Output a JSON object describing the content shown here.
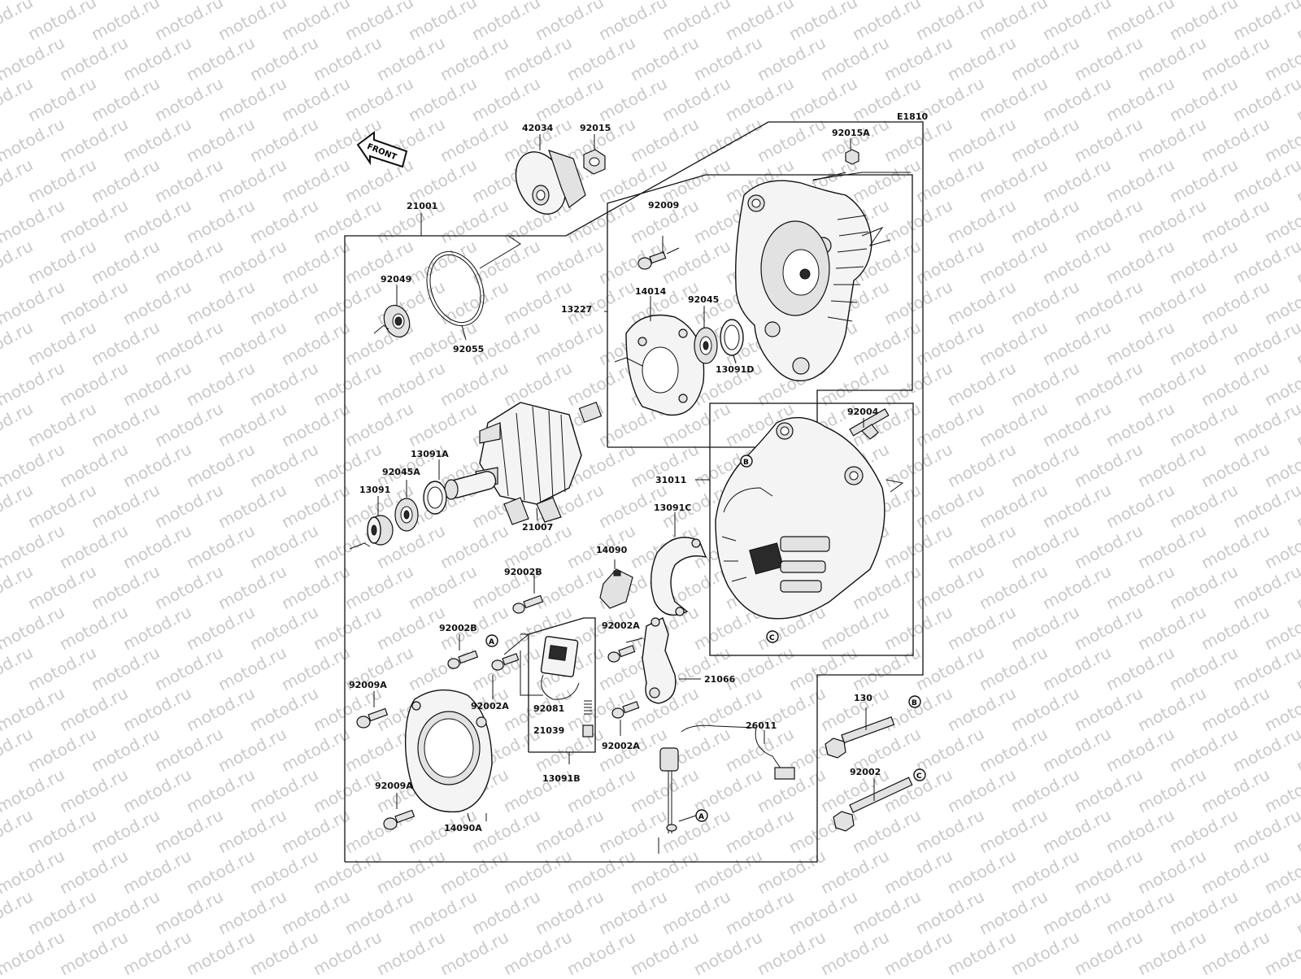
{
  "diagram_code": "E1810",
  "front_label": "FRONT",
  "watermark": "motod.ru",
  "part_numbers": {
    "p42034": "42034",
    "p92015": "92015",
    "p92015A": "92015A",
    "p21001": "21001",
    "p92049": "92049",
    "p92055": "92055",
    "p92009": "92009",
    "p14014": "14014",
    "p92045": "92045",
    "p13227": "13227",
    "p13091D": "13091D",
    "p13091A": "13091A",
    "p92045A": "92045A",
    "p13091": "13091",
    "p21007": "21007",
    "p92004": "92004",
    "p31011": "31011",
    "p13091C": "13091C",
    "p14090": "14090",
    "p92002B_1": "92002B",
    "p92002B_2": "92002B",
    "p92002A_1": "92002A",
    "p92002A_2": "92002A",
    "p92002A_3": "92002A",
    "p21066": "21066",
    "p92009A_1": "92009A",
    "p92009A_2": "92009A",
    "p92081": "92081",
    "p21039": "21039",
    "p13091B": "13091B",
    "p14090A": "14090A",
    "p26011": "26011",
    "p130": "130",
    "p92002": "92002"
  },
  "ref_markers": {
    "a1": "A",
    "a2": "A",
    "b1": "B",
    "b2": "B",
    "c1": "C",
    "c2": "C"
  }
}
